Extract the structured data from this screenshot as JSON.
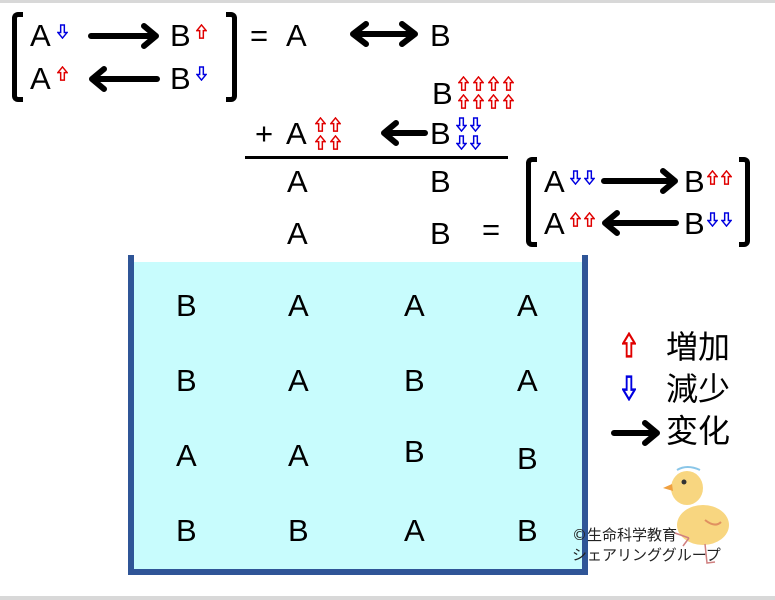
{
  "colors": {
    "increase": "#e00000",
    "decrease": "#0000e0",
    "tank_fill": "#c8fcfd",
    "tank_border": "#2f5597"
  },
  "top_equation": {
    "row1_left": "A",
    "row1_right": "B",
    "row2_left": "A",
    "row2_right": "B",
    "equals": "=",
    "eq_left": "A",
    "eq_right": "B"
  },
  "addition": {
    "b_top": "B",
    "plus": "+",
    "a_mid": "A",
    "b_mid": "B",
    "a_res1": "A",
    "b_res1": "B",
    "a_res2": "A",
    "b_res2": "B",
    "equals": "="
  },
  "result_bracket": {
    "row1_left": "A",
    "row1_right": "B",
    "row2_left": "A",
    "row2_right": "B"
  },
  "tank": {
    "rows": [
      [
        "B",
        "A",
        "A",
        "A"
      ],
      [
        "B",
        "A",
        "B",
        "A"
      ],
      [
        "A",
        "A",
        "B",
        "B"
      ],
      [
        "B",
        "B",
        "A",
        "B"
      ]
    ]
  },
  "legend": {
    "increase": "増加",
    "decrease": "減少",
    "change": "変化"
  },
  "copyright": {
    "line1": "©生命科学教育",
    "line2": "シェアリンググループ"
  }
}
